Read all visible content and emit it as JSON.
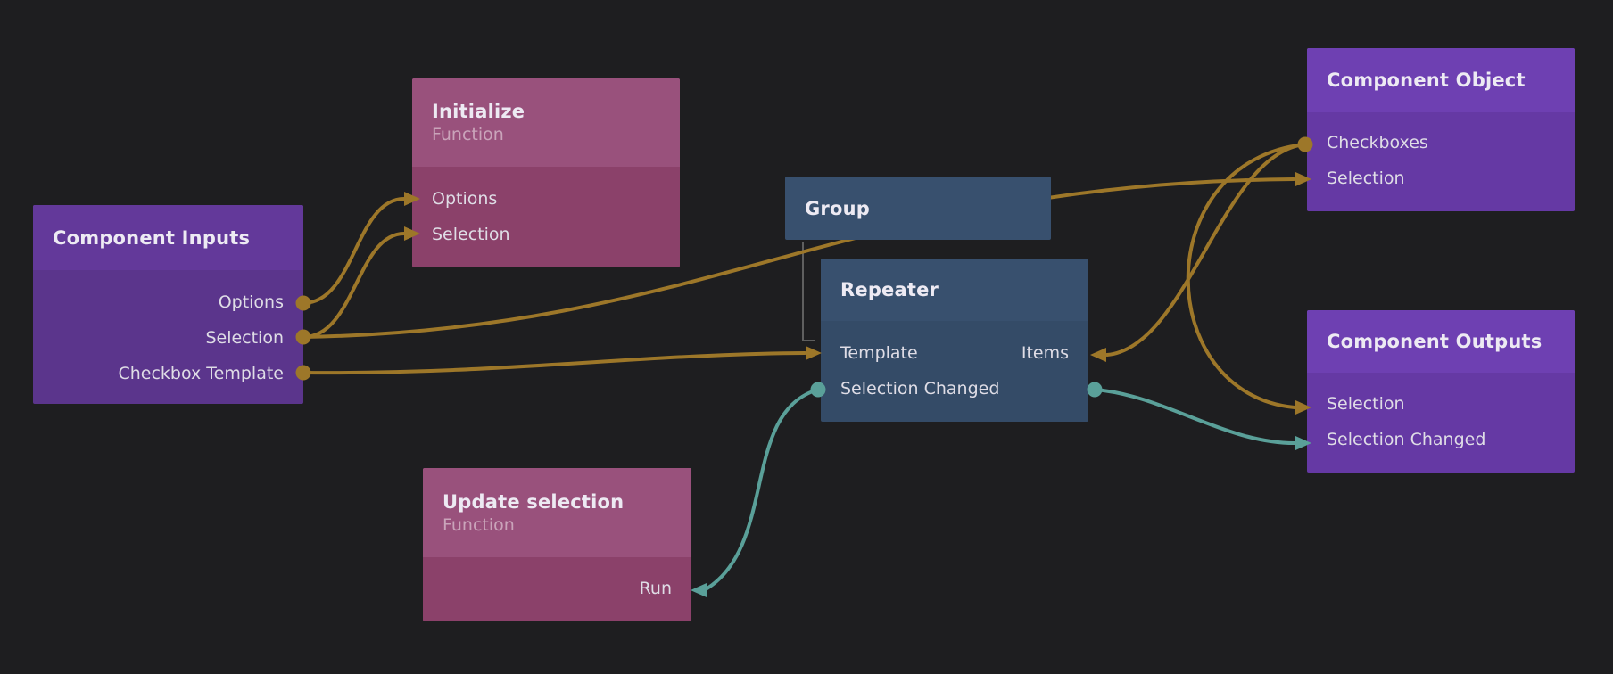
{
  "app": {
    "view": "node-graph-canvas"
  },
  "colors": {
    "background": "#1e1e20",
    "wire_data": "#9d7729",
    "wire_event": "#5aa099",
    "hierarchy_line": "#5f5f5f",
    "component_io_header": "#63399a",
    "component_io_body": "#5b358c",
    "component_object_header": "#6e40b2",
    "component_object_body": "#6539a4",
    "visual_node_header": "#38506e",
    "visual_node_body": "#344b67",
    "function_node_header": "#99517c",
    "function_node_body": "#8b416a"
  },
  "nodes": [
    {
      "title": "Component Inputs",
      "ports": [
        {
          "label": "Options"
        },
        {
          "label": "Selection"
        },
        {
          "label": "Checkbox Template"
        }
      ]
    },
    {
      "title": "Initialize",
      "subtitle": "Function",
      "ports": [
        {
          "label": "Options"
        },
        {
          "label": "Selection"
        }
      ]
    },
    {
      "title": "Group",
      "ports": []
    },
    {
      "title": "Repeater",
      "ports": [
        {
          "label": "Template"
        },
        {
          "label": "Items"
        },
        {
          "label": "Selection Changed"
        }
      ]
    },
    {
      "title": "Update selection",
      "subtitle": "Function",
      "ports": [
        {
          "label": "Run"
        }
      ]
    },
    {
      "title": "Component Object",
      "ports": [
        {
          "label": "Checkboxes"
        },
        {
          "label": "Selection"
        }
      ]
    },
    {
      "title": "Component Outputs",
      "ports": [
        {
          "label": "Selection"
        },
        {
          "label": "Selection Changed"
        }
      ]
    }
  ],
  "connections": [
    {
      "from": "Component Inputs.Options",
      "to": "Initialize.Options",
      "kind": "data"
    },
    {
      "from": "Component Inputs.Selection",
      "to": "Initialize.Selection",
      "kind": "data"
    },
    {
      "from": "Component Inputs.Selection",
      "to": "Component Object.Selection",
      "kind": "data"
    },
    {
      "from": "Component Inputs.Checkbox Template",
      "to": "Repeater.Template",
      "kind": "data"
    },
    {
      "from": "Component Object.Checkboxes",
      "to": "Repeater.Items",
      "kind": "data"
    },
    {
      "from": "Component Object.Checkboxes",
      "to": "Component Outputs.Selection",
      "kind": "data"
    },
    {
      "from": "Repeater.Selection Changed",
      "to": "Update selection.Run",
      "kind": "event"
    },
    {
      "from": "Repeater.Selection Changed",
      "to": "Component Outputs.Selection Changed",
      "kind": "event"
    },
    {
      "from": "Group",
      "to": "Repeater",
      "kind": "hierarchy"
    }
  ]
}
